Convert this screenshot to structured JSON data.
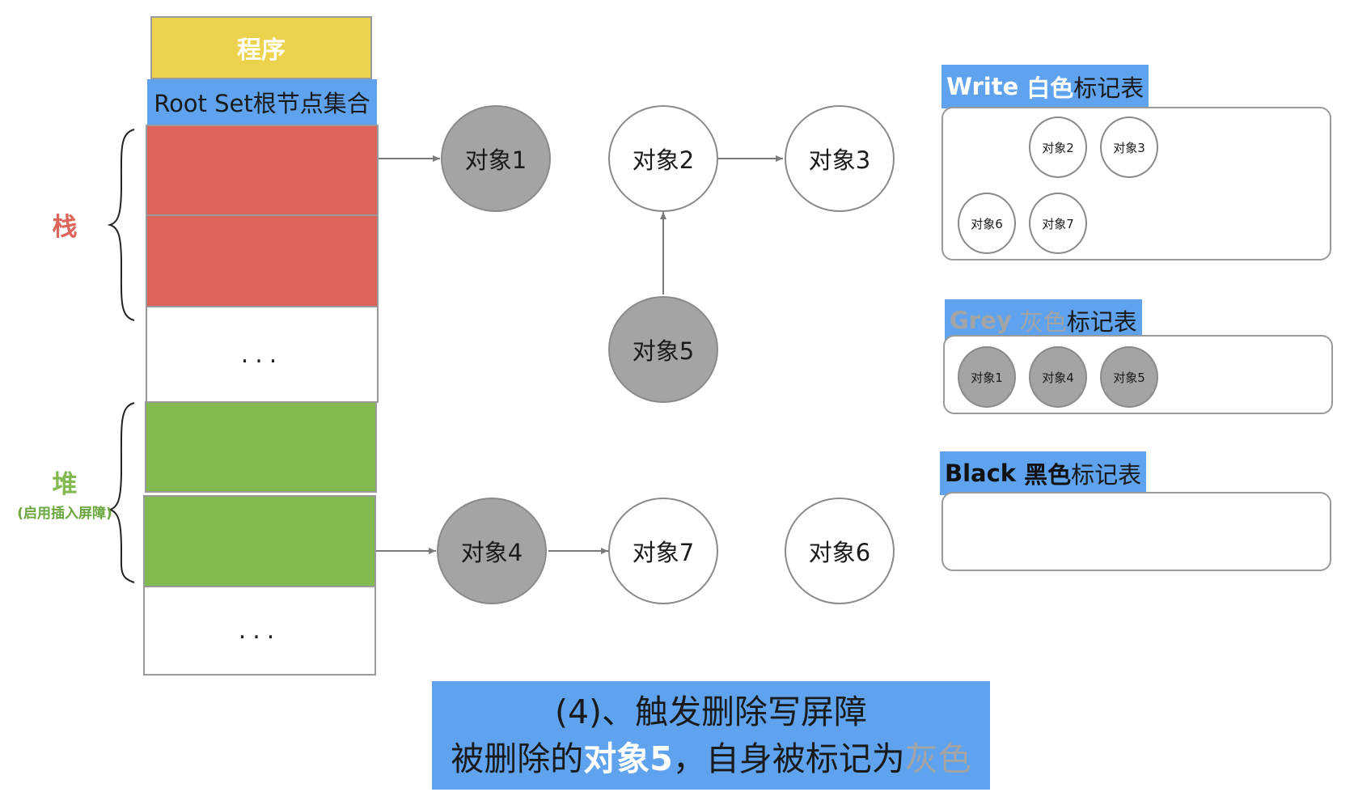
{
  "program": {
    "label": "程序"
  },
  "root_set": {
    "label": "Root Set根节点集合"
  },
  "stack": {
    "label": "栈",
    "cells": [
      "",
      "",
      "..."
    ]
  },
  "heap": {
    "label": "堆",
    "note": "(启用插入屏障)",
    "cells": [
      "",
      "",
      "..."
    ]
  },
  "objects": {
    "obj1": "对象1",
    "obj2": "对象2",
    "obj3": "对象3",
    "obj4": "对象4",
    "obj5": "对象5",
    "obj6": "对象6",
    "obj7": "对象7"
  },
  "tables": {
    "white": {
      "tag_en": "Write",
      "tag_color": "白色",
      "tag_suffix": "标记表",
      "items": [
        "对象2",
        "对象3",
        "对象6",
        "对象7"
      ]
    },
    "grey": {
      "tag_en": "Grey",
      "tag_color": "灰色",
      "tag_suffix": "标记表",
      "items": [
        "对象1",
        "对象4",
        "对象5"
      ]
    },
    "black": {
      "tag_en": "Black",
      "tag_color": "黑色",
      "tag_suffix": "标记表",
      "items": []
    }
  },
  "caption": {
    "line1": "(4)、触发删除写屏障",
    "line2_prefix": "被删除的",
    "line2_highlight": "对象5",
    "line2_middle": "，自身被标记为",
    "line2_grey": "灰色"
  },
  "colors": {
    "program": "#edd24e",
    "blue": "#5fa3ee",
    "stack_red": "#dd645a",
    "heap_green": "#82ba50",
    "node_grey": "#a4a4a4",
    "node_white": "#ffffff"
  }
}
